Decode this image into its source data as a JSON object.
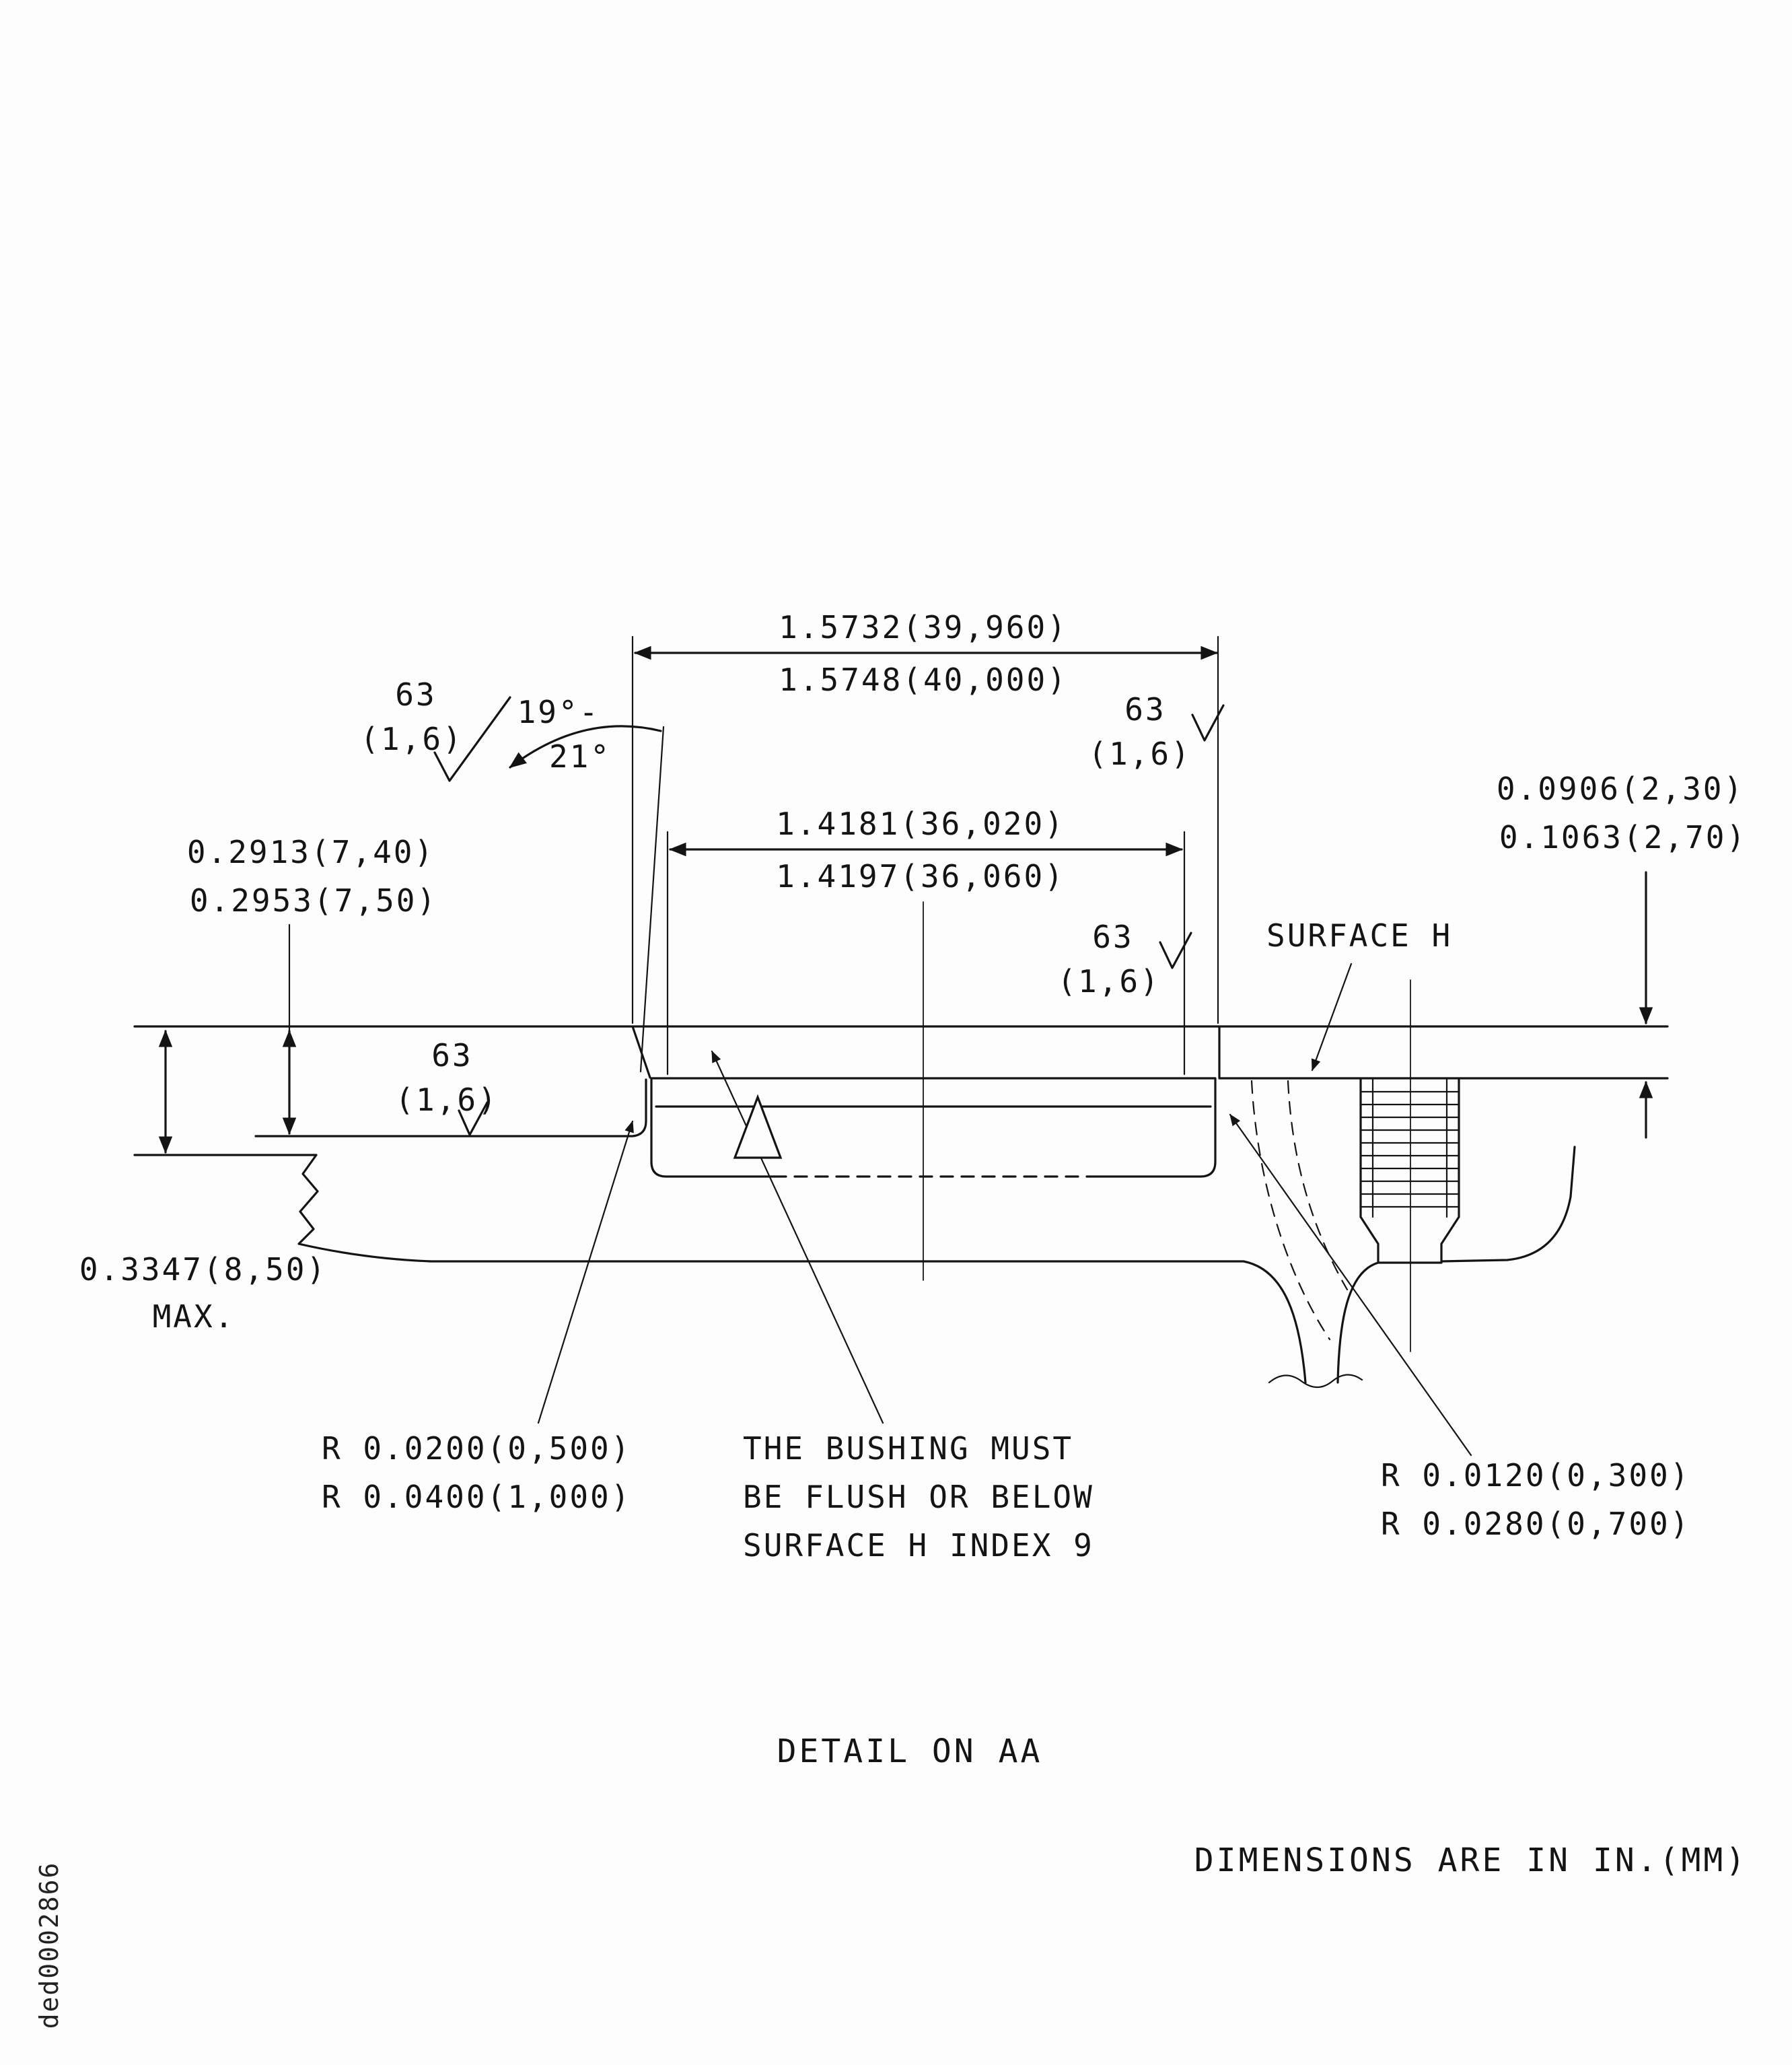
{
  "drawing": {
    "title": "DETAIL ON AA",
    "units_note": "DIMENSIONS ARE IN IN.(MM)",
    "doc_id": "ded0002866",
    "colors": {
      "ink": "#141414",
      "paper": "#fdfdfd"
    },
    "dimensions": {
      "outer_width_min": "1.5732(39,960)",
      "outer_width_max": "1.5748(40,000)",
      "inner_width_min": "1.4181(36,020)",
      "inner_width_max": "1.4197(36,060)",
      "recess_depth_min": "0.0906(2,30)",
      "recess_depth_max": "0.1063(2,70)",
      "left_depth_min": "0.2913(7,40)",
      "left_depth_max": "0.2953(7,50)",
      "max_depth_value": "0.3347(8,50)",
      "max_depth_suffix": "MAX.",
      "chamfer_angle_line1": "19°-",
      "chamfer_angle_line2": "21°",
      "radius_left_min": "R 0.0200(0,500)",
      "radius_left_max": "R 0.0400(1,000)",
      "radius_right_min": "R 0.0120(0,300)",
      "radius_right_max": "R 0.0280(0,700)"
    },
    "surface_finish": {
      "value": "63",
      "metric": "(1,6)"
    },
    "labels": {
      "surface_h": "SURFACE H",
      "note_line1": "THE BUSHING MUST",
      "note_line2": "BE FLUSH OR BELOW",
      "note_line3": "SURFACE H INDEX 9"
    }
  }
}
